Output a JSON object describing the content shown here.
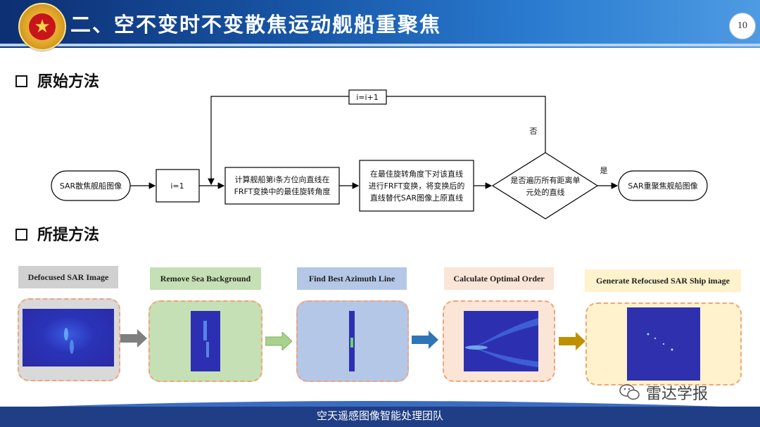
{
  "header": {
    "title": "二、空不变时不变散焦运动舰船重聚焦",
    "page_number": "10"
  },
  "sections": {
    "original": "原始方法",
    "proposed": "所提方法"
  },
  "flowchart": {
    "start": "SAR散焦舰船图像",
    "init": "i=1",
    "step1": [
      "计算舰船第i条方位向直线在",
      "FRFT变换中的最佳旋转角度"
    ],
    "step2": [
      "在最佳旋转角度下对该直线",
      "进行FRFT变换，将变换后的",
      "直线替代SAR图像上原直线"
    ],
    "decision": [
      "是否遍历所有距离单",
      "元处的直线"
    ],
    "loop": "i=i+1",
    "no_label": "否",
    "yes_label": "是",
    "end": "SAR重聚焦舰船图像"
  },
  "pipeline": {
    "steps": [
      {
        "label": "Defocused SAR Image",
        "label_bg": "#d0d0d0",
        "panel_bg": "#d9d9d9"
      },
      {
        "label": "Remove Sea Background",
        "label_bg": "#c5e0b4",
        "panel_bg": "#c5e0b4"
      },
      {
        "label": "Find Best Azimuth Line",
        "label_bg": "#b4c7e7",
        "panel_bg": "#b4c7e7"
      },
      {
        "label": "Calculate Optimal Order",
        "label_bg": "#fbe5d6",
        "panel_bg": "#fbe5d6"
      },
      {
        "label": "Generate Refocused SAR Ship image",
        "label_bg": "#fff2cc",
        "panel_bg": "#fff2cc"
      }
    ],
    "arrow_colors": [
      "#7f7f7f",
      "#a9d18e",
      "#8faadc",
      "#2e75b6",
      "#bf9000"
    ]
  },
  "footer": {
    "team": "空天遥感图像智能处理团队",
    "wechat": "雷达学报"
  }
}
